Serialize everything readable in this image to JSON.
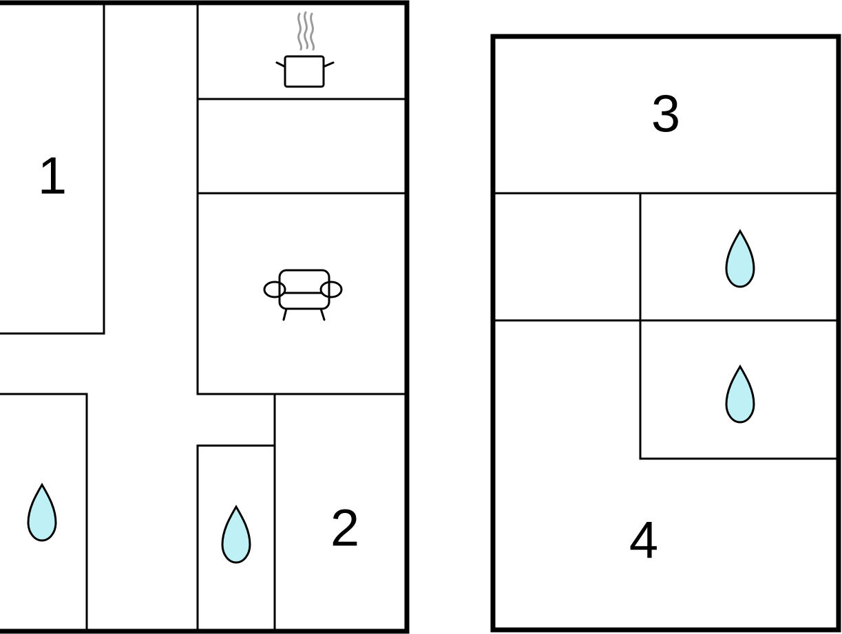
{
  "floorplan": {
    "levels": [
      {
        "rooms": [
          {
            "id": "bedroom-1",
            "label": "1"
          },
          {
            "id": "bedroom-2",
            "label": "2"
          },
          {
            "id": "kitchen",
            "icon": "cooking-pot-icon"
          },
          {
            "id": "living-room",
            "icon": "sofa-icon"
          },
          {
            "id": "bathroom-left",
            "icon": "water-drop-icon"
          },
          {
            "id": "bathroom-middle",
            "icon": "water-drop-icon"
          }
        ]
      },
      {
        "rooms": [
          {
            "id": "bedroom-3",
            "label": "3"
          },
          {
            "id": "bedroom-4",
            "label": "4"
          },
          {
            "id": "bathroom-upper",
            "icon": "water-drop-icon"
          },
          {
            "id": "bathroom-lower",
            "icon": "water-drop-icon"
          }
        ]
      }
    ],
    "colors": {
      "wall": "#000000",
      "water": "#bff0f5",
      "steam": "#9a9a9a",
      "background": "#ffffff"
    }
  }
}
